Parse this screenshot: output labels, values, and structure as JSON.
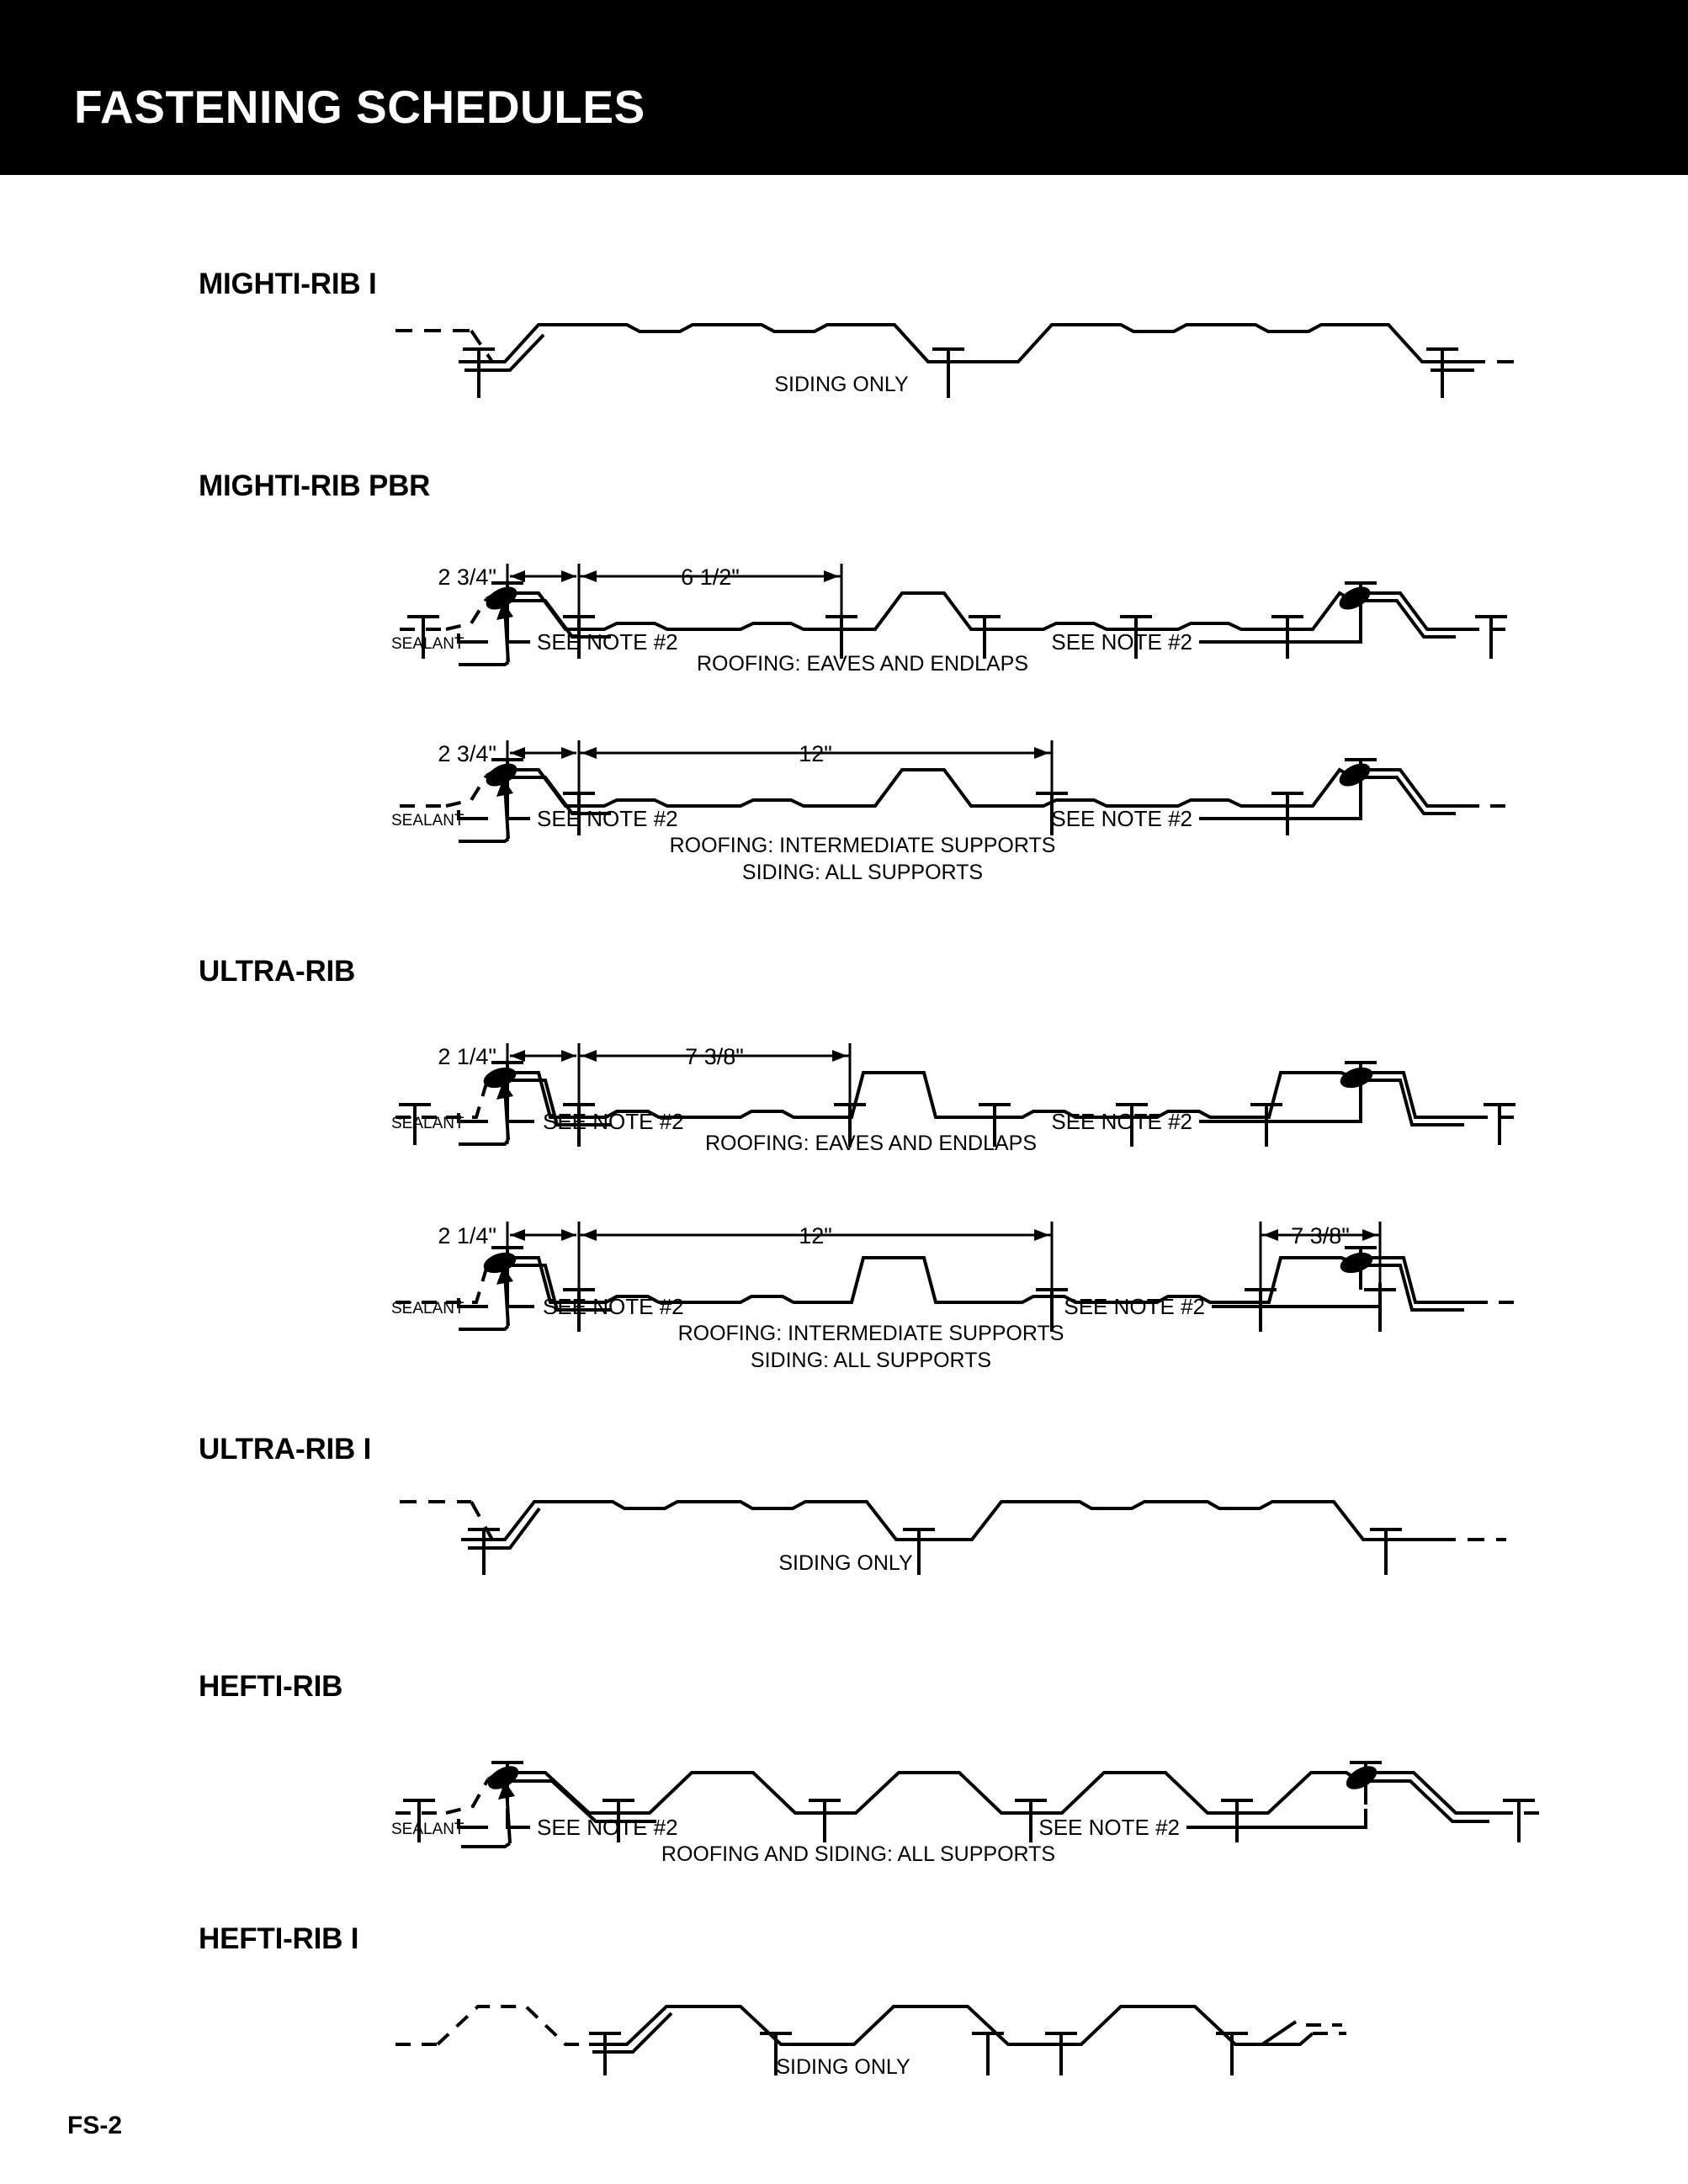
{
  "header": {
    "title": "FASTENING SCHEDULES"
  },
  "footer": {
    "page_label": "FS-2"
  },
  "labels": {
    "sealant": "SEALANT",
    "see_note": "SEE NOTE #2"
  },
  "sections": [
    {
      "id": "mighti-rib-i",
      "heading": "MIGHTI-RIB I",
      "diagrams": [
        {
          "id": "mighti-rib-i-siding",
          "caption_line1": "SIDING ONLY",
          "caption_line2": "",
          "dims": []
        }
      ]
    },
    {
      "id": "mighti-rib-pbr",
      "heading": "MIGHTI-RIB PBR",
      "diagrams": [
        {
          "id": "mighti-rib-pbr-eaves",
          "caption_line1": "ROOFING:  EAVES AND ENDLAPS",
          "caption_line2": "",
          "dims": [
            "2 3/4\"",
            "6 1/2\""
          ]
        },
        {
          "id": "mighti-rib-pbr-intermediate",
          "caption_line1": "ROOFING:  INTERMEDIATE SUPPORTS",
          "caption_line2": "SIDING:  ALL SUPPORTS",
          "dims": [
            "2 3/4\"",
            "12\""
          ]
        }
      ]
    },
    {
      "id": "ultra-rib",
      "heading": "ULTRA-RIB",
      "diagrams": [
        {
          "id": "ultra-rib-eaves",
          "caption_line1": "ROOFING:  EAVES AND ENDLAPS",
          "caption_line2": "",
          "dims": [
            "2 1/4\"",
            "7 3/8\""
          ]
        },
        {
          "id": "ultra-rib-intermediate",
          "caption_line1": "ROOFING:  INTERMEDIATE SUPPORTS",
          "caption_line2": "SIDING:  ALL SUPPORTS",
          "dims": [
            "2 1/4\"",
            "12\"",
            "7 3/8\""
          ]
        }
      ]
    },
    {
      "id": "ultra-rib-i",
      "heading": "ULTRA-RIB I",
      "diagrams": [
        {
          "id": "ultra-rib-i-siding",
          "caption_line1": "SIDING ONLY",
          "caption_line2": "",
          "dims": []
        }
      ]
    },
    {
      "id": "hefti-rib",
      "heading": "HEFTI-RIB",
      "diagrams": [
        {
          "id": "hefti-rib-all",
          "caption_line1": "ROOFING AND SIDING:  ALL SUPPORTS",
          "caption_line2": "",
          "dims": []
        }
      ]
    },
    {
      "id": "hefti-rib-i",
      "heading": "HEFTI-RIB I",
      "diagrams": [
        {
          "id": "hefti-rib-i-siding",
          "caption_line1": "SIDING ONLY",
          "caption_line2": "",
          "dims": []
        }
      ]
    }
  ],
  "colors": {
    "banner": "#000000",
    "banner_text": "#ffffff",
    "line": "#000000",
    "page": "#ffffff"
  }
}
